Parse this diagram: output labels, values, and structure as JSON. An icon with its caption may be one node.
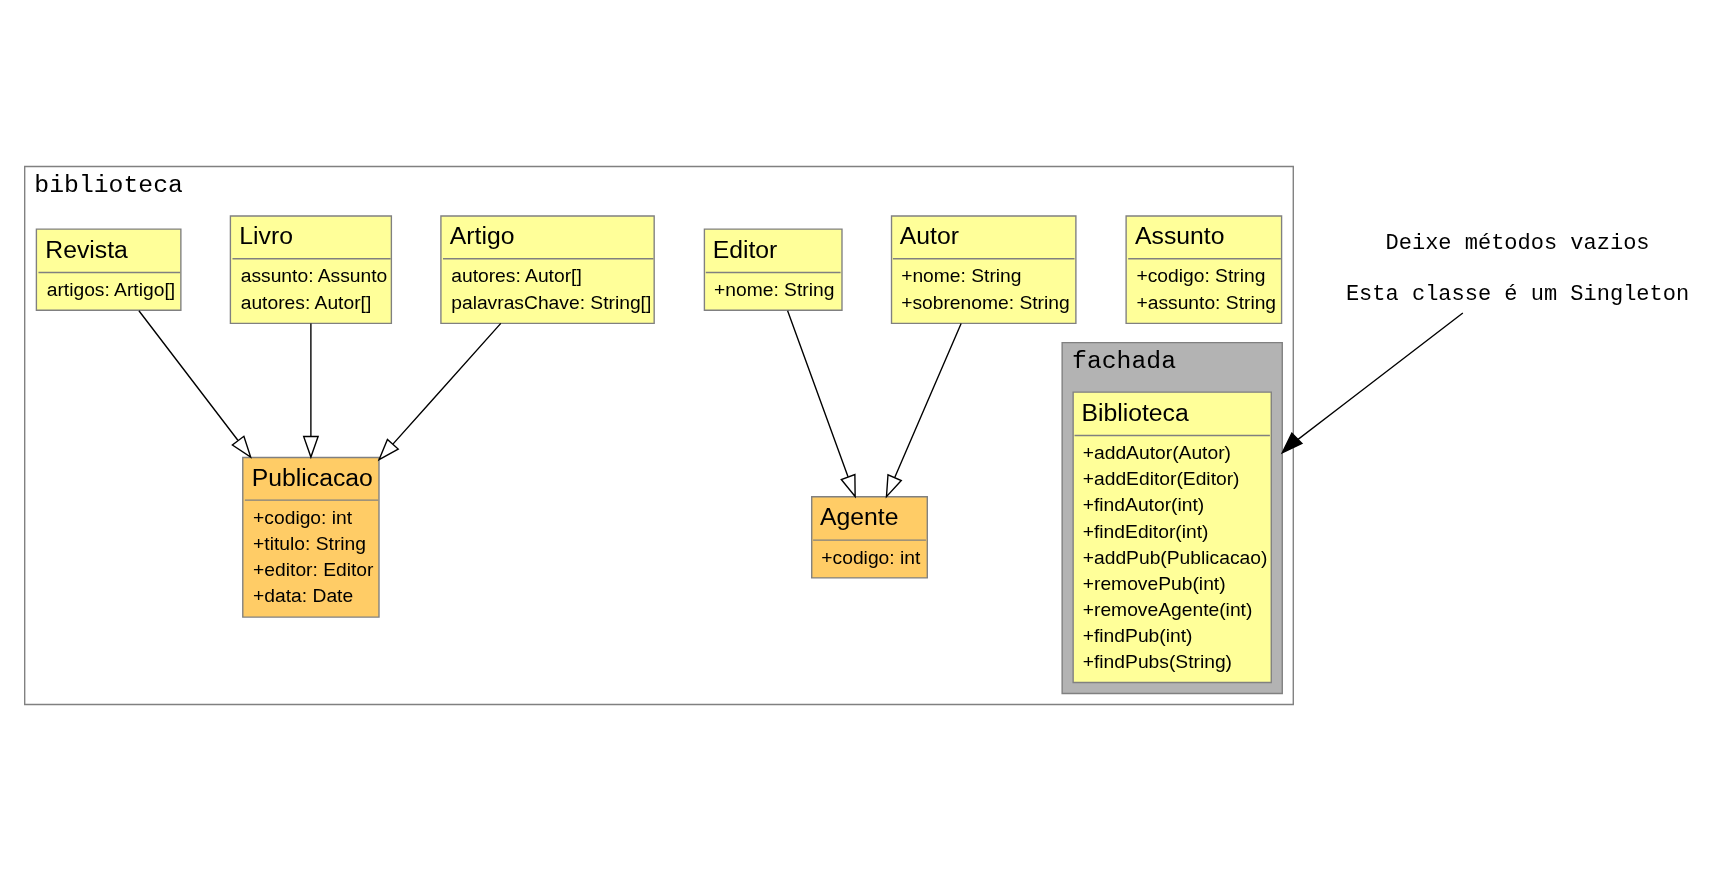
{
  "diagram": {
    "nodes": [
      {
        "text": [
          "biblioteca"
        ]
      },
      {
        "text": [
          "fachada"
        ],
        "in": 0
      },
      {
        "text": [
          "Biblioteca",
          "+addAutor(Autor)",
          "+addEditor(Editor)",
          "+findAutor(int)",
          "+findEditor(int)",
          "+addPub(Publicacao)",
          "+removePub(int)",
          "+removeAgente(int)",
          "+findPub(int)",
          "+findPubs(String)"
        ],
        "in": 1
      },
      {
        "text": [
          "Agente",
          "+codigo: int"
        ],
        "in": 0
      },
      {
        "text": [
          "Assunto",
          "+codigo: String",
          "+assunto: String"
        ],
        "in": 0
      },
      {
        "text": [
          "Publicacao",
          "+codigo: int",
          "+titulo: String",
          "+editor: Editor",
          "+data: Date"
        ],
        "in": 0
      },
      {
        "text": [
          "Autor",
          "+nome: String",
          "+sobrenome: String"
        ],
        "in": 0
      },
      {
        "text": [
          "Editor",
          "+nome: String"
        ],
        "in": 0
      },
      {
        "text": [
          "Artigo",
          "autores: Autor[]",
          "palavrasChave: String[]"
        ],
        "in": 0
      },
      {
        "text": [
          "Livro",
          "assunto: Assunto",
          "autores: Autor[]"
        ],
        "in": 0
      },
      {
        "text": [
          "Revista",
          "artigos: Artigo[]"
        ],
        "in": 0
      },
      {
        "text": [
          "Deixe métodos vazios",
          "Esta classe é um Singleton"
        ]
      }
    ],
    "edges": [
      {
        "from": 6,
        "to": 3,
        "arrow": "to"
      },
      {
        "from": 7,
        "to": 3,
        "arrow": "to"
      },
      {
        "from": 8,
        "to": 5,
        "arrow": "to"
      },
      {
        "from": 9,
        "to": 5,
        "arrow": "to"
      },
      {
        "from": 10,
        "to": 5,
        "arrow": "to"
      },
      {
        "from": 11,
        "to": 1,
        "arrow": "to"
      }
    ]
  }
}
